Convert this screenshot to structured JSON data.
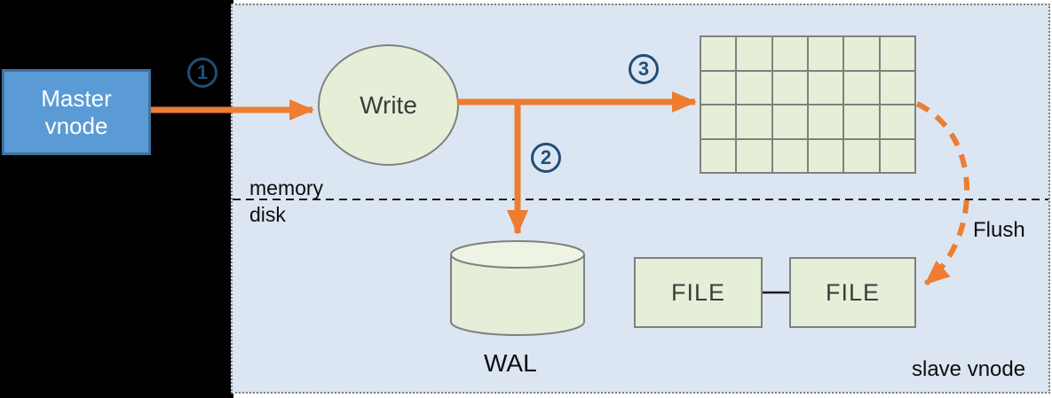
{
  "master_vnode": {
    "line1": "Master",
    "line2": "vnode"
  },
  "write": {
    "label": "Write"
  },
  "step_labels": {
    "step1": "1",
    "step2": "2",
    "step3": "3"
  },
  "labels": {
    "memory": "memory",
    "disk": "disk",
    "wal": "WAL",
    "file_left": "FILE",
    "file_right": "FILE",
    "flush": "Flush",
    "slave_vnode": "slave vnode"
  },
  "grid": {
    "rows": 4,
    "cols": 6
  },
  "colors": {
    "arrow-orange": "#ED7D31",
    "container-fill": "#DCE6F2",
    "node-fill": "#E5EFD8",
    "node-border": "#808080",
    "step-blue": "#1F4E79",
    "master-fill": "#5B9BD5",
    "master-border": "#41719C"
  }
}
